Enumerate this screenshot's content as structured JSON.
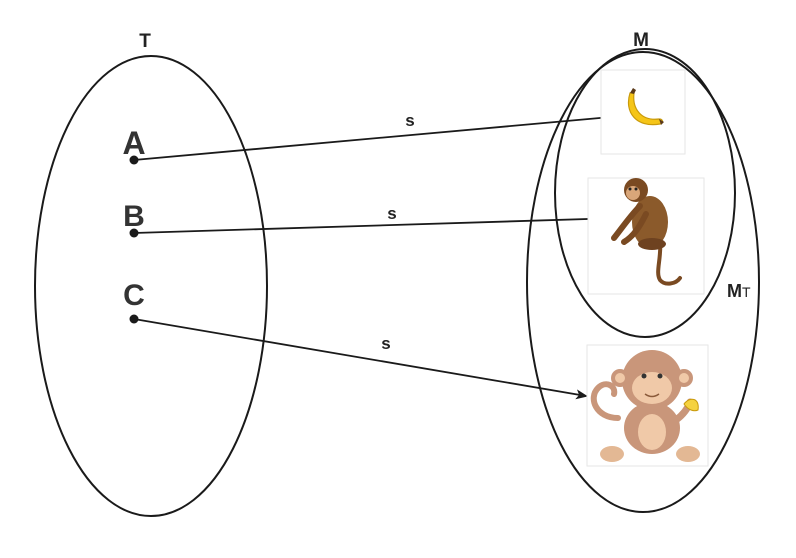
{
  "sets": {
    "domain_label": "T",
    "codomain_label": "M",
    "image_label_main": "M",
    "image_label_sub": "T"
  },
  "elements": [
    "A",
    "B",
    "C"
  ],
  "mappings": [
    {
      "from": "A",
      "label": "s",
      "to_icon": "banana-icon"
    },
    {
      "from": "B",
      "label": "s",
      "to_icon": "brown-monkey-icon"
    },
    {
      "from": "C",
      "label": "s",
      "to_icon": "cartoon-monkey-with-banana-icon"
    }
  ],
  "colors": {
    "stroke": "#1a1a1a",
    "banana": "#f5c518",
    "monkey_brown": "#8b5a2b",
    "cartoon_monkey": "#c9967a"
  }
}
